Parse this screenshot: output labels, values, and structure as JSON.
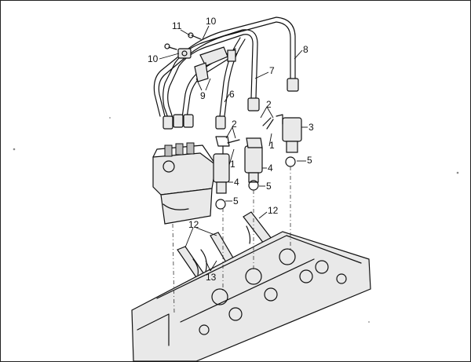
{
  "callouts": {
    "c1": "11",
    "c2": "10",
    "c3": "10",
    "c4": "9",
    "c5": "8",
    "c6": "7",
    "c7": "6",
    "c8": "2",
    "c9": "1",
    "c10": "2",
    "c11": "1",
    "c12": "3",
    "c13": "4",
    "c14": "5",
    "c15": "4",
    "c16": "5",
    "c17": "5",
    "c18": "12",
    "c19": "12",
    "c20": "13"
  }
}
